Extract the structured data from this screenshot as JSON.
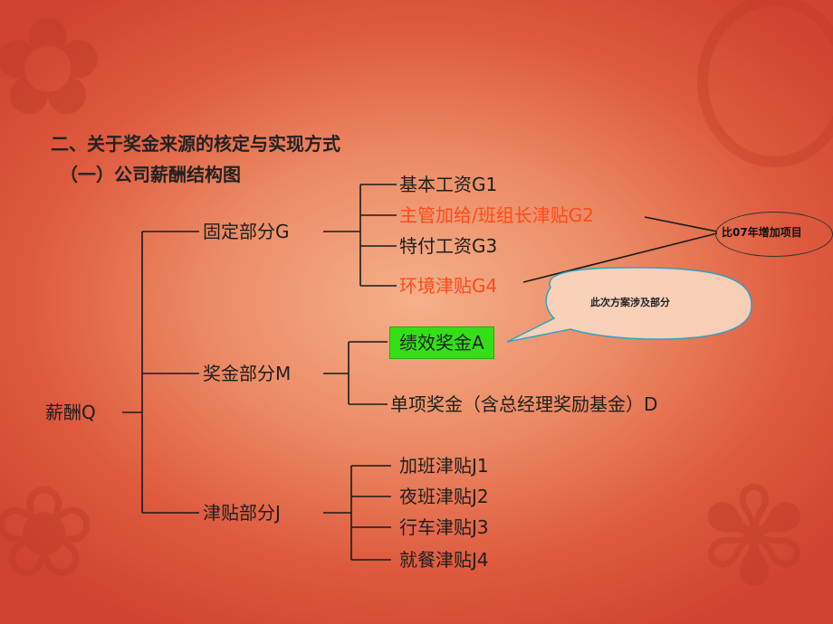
{
  "slide": {
    "title_line1": "二、关于奖金来源的核定与实现方式",
    "title_line2": "（一）公司薪酬结构图"
  },
  "tree": {
    "root": "薪酬Q",
    "fixed": {
      "label": "固定部分G",
      "items": [
        "基本工资G1",
        "主管加给/班组长津贴G2",
        "特付工资G3",
        "环境津贴G4"
      ]
    },
    "bonus": {
      "label": "奖金部分M",
      "items": [
        "绩效奖金A",
        "单项奖金（含总经理奖励基金）D"
      ]
    },
    "allowance": {
      "label": "津贴部分J",
      "items": [
        "加班津贴J1",
        "夜班津贴J2",
        "行车津贴J3",
        "就餐津贴J4"
      ]
    }
  },
  "callouts": {
    "new_items": "比07年增加项目",
    "scope": "此次方案涉及部分"
  },
  "colors": {
    "highlight_red": "#ff4a1a",
    "highlight_green": "#33e017",
    "background": "#e06a48"
  },
  "icons": {
    "decoration": "seal-character-ornament"
  }
}
